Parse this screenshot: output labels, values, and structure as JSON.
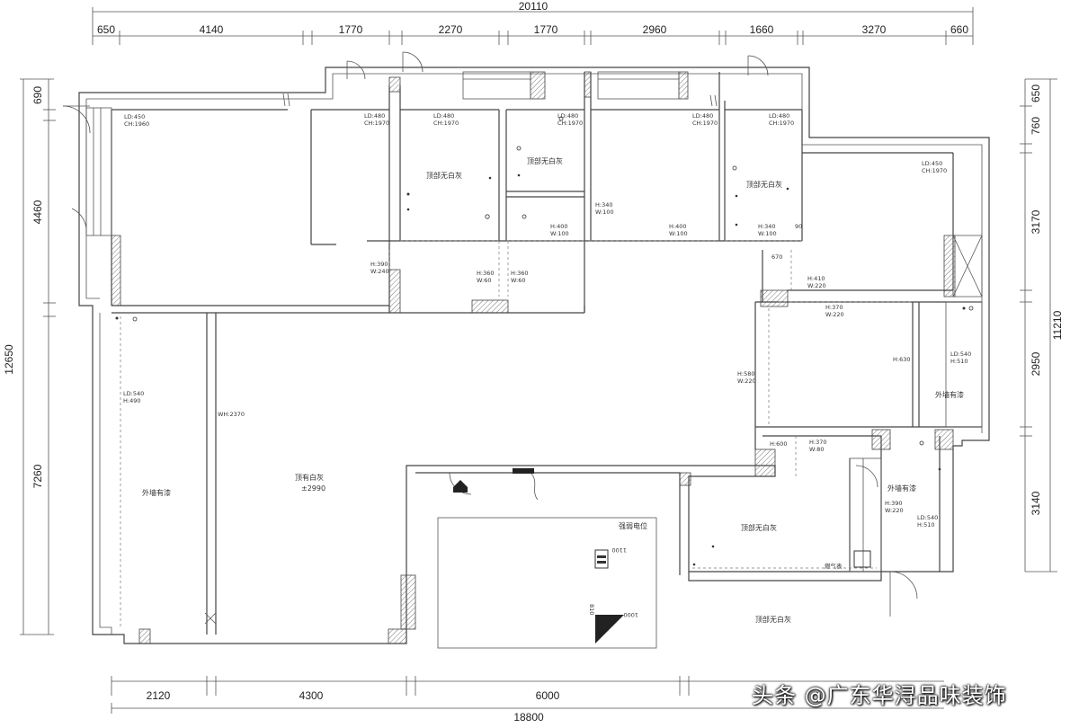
{
  "dimensions": {
    "top_total": "20110",
    "top": [
      "650",
      "4140",
      "1770",
      "2270",
      "1770",
      "2960",
      "1660",
      "3270",
      "660"
    ],
    "left_outer": "12650",
    "left": [
      "690",
      "4460",
      "7260"
    ],
    "right_outer": "11210",
    "right": [
      "650",
      "760",
      "3170",
      "2950",
      "3140"
    ],
    "bottom": [
      "2120",
      "4300",
      "6000"
    ],
    "bottom_total": "18800"
  },
  "labels": {
    "ld450_ch1960": [
      "LD:450",
      "CH:1960"
    ],
    "ld480_a": [
      "LD:480",
      "CH:1970"
    ],
    "ld480_b": [
      "LD:480",
      "CH:1970"
    ],
    "ld480_c": [
      "LD:480",
      "CH:1970"
    ],
    "ld480_d": [
      "LD:480",
      "CH:1970"
    ],
    "ld480_e": [
      "LD:480",
      "CH:1970"
    ],
    "ld450_ch1970": [
      "LD:450",
      "CH:1970"
    ],
    "h400_w100_a": [
      "H:400",
      "W:100"
    ],
    "h340_w100_a": [
      "H:340",
      "W:100"
    ],
    "h400_w100_b": [
      "H:400",
      "W:100"
    ],
    "h340_w100_b": [
      "H:340",
      "W:100"
    ],
    "h390_w240": [
      "H:390",
      "W:240"
    ],
    "h360_w60_a": [
      "H:360",
      "W:60"
    ],
    "h360_w60_b": [
      "H:360",
      "W:60"
    ],
    "h410_w220": [
      "H:410",
      "W:220"
    ],
    "h370_w220": [
      "H:370",
      "W:220"
    ],
    "h630": "H:630",
    "ld540_h510_a": [
      "LD:540",
      "H:510"
    ],
    "h580_w220": [
      "H:580",
      "W:220"
    ],
    "h600": "H:600",
    "h370_w80": [
      "H:370",
      "W:80"
    ],
    "h390_w220": [
      "H:390",
      "W:220"
    ],
    "ld540_h510_b": [
      "LD:540",
      "H:510"
    ],
    "ld540_h490": [
      "LD:540",
      "H:490"
    ],
    "wh2370": "WH:2370",
    "d90": "90",
    "d670": "670",
    "d1100": "1100",
    "d1000": "1000",
    "d810": "810"
  },
  "room_text": {
    "ceiling_a": "顶部无白灰",
    "ceiling_b": "顶部无白灰",
    "ceiling_c": "顶部无白灰",
    "ceiling_d": "顶部无白灰",
    "ceiling_e": "顶部无白灰",
    "ceiling_main": "顶有白灰",
    "ceiling_height": "±2990",
    "exterior_paint_left": "外墙有漆",
    "exterior_paint_right_top": "外墙有漆",
    "exterior_paint_right_bottom": "外墙有漆",
    "electrical": "强弱电位",
    "gas_meter": "燃气表"
  },
  "watermark": "头条 @广东华浔品味装饰"
}
